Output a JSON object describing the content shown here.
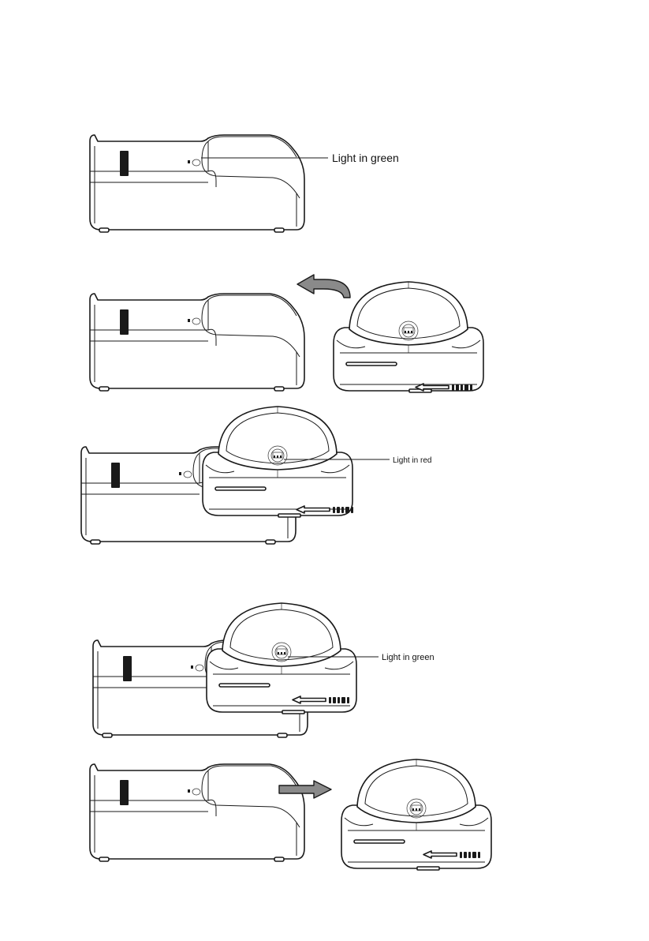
{
  "labels": {
    "step1_light": "Light in green",
    "step3_light": "Light in red",
    "step4_light": "Light in green"
  },
  "icons": {
    "remove_arrow": "curved-arrow-left-icon",
    "attach_arrow": "arrow-right-icon",
    "slide_arrow": "slide-arrow-icon"
  },
  "colors": {
    "line": "#1a1a1a",
    "arrow_fill": "#8a8a8a",
    "background": "#ffffff"
  }
}
